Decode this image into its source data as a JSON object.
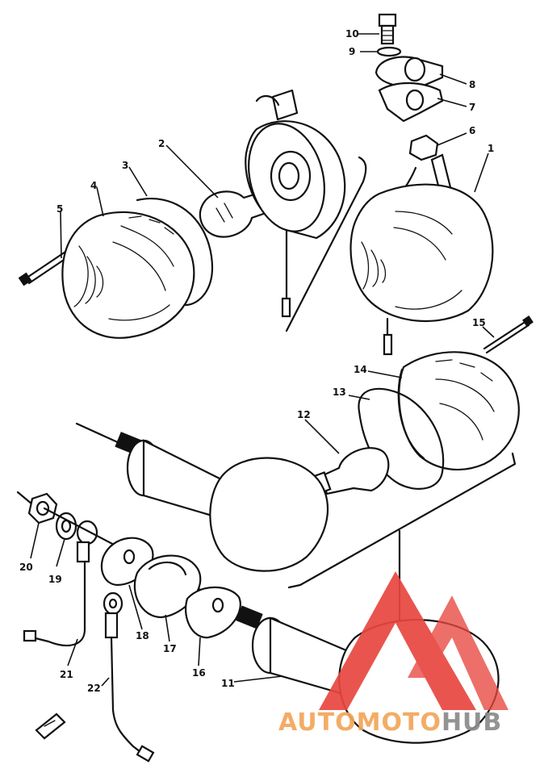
{
  "diagram": {
    "callouts": [
      "1",
      "2",
      "3",
      "4",
      "5",
      "6",
      "7",
      "8",
      "9",
      "10",
      "11",
      "12",
      "13",
      "14",
      "15",
      "16",
      "17",
      "18",
      "19",
      "20",
      "21",
      "22"
    ]
  },
  "watermark": {
    "part1": "AUTO",
    "part2": "MOTO",
    "part3": "HUB",
    "color_red": "#e8473f",
    "color_orange": "#f2a65a",
    "color_gray": "#8a8a8a"
  }
}
